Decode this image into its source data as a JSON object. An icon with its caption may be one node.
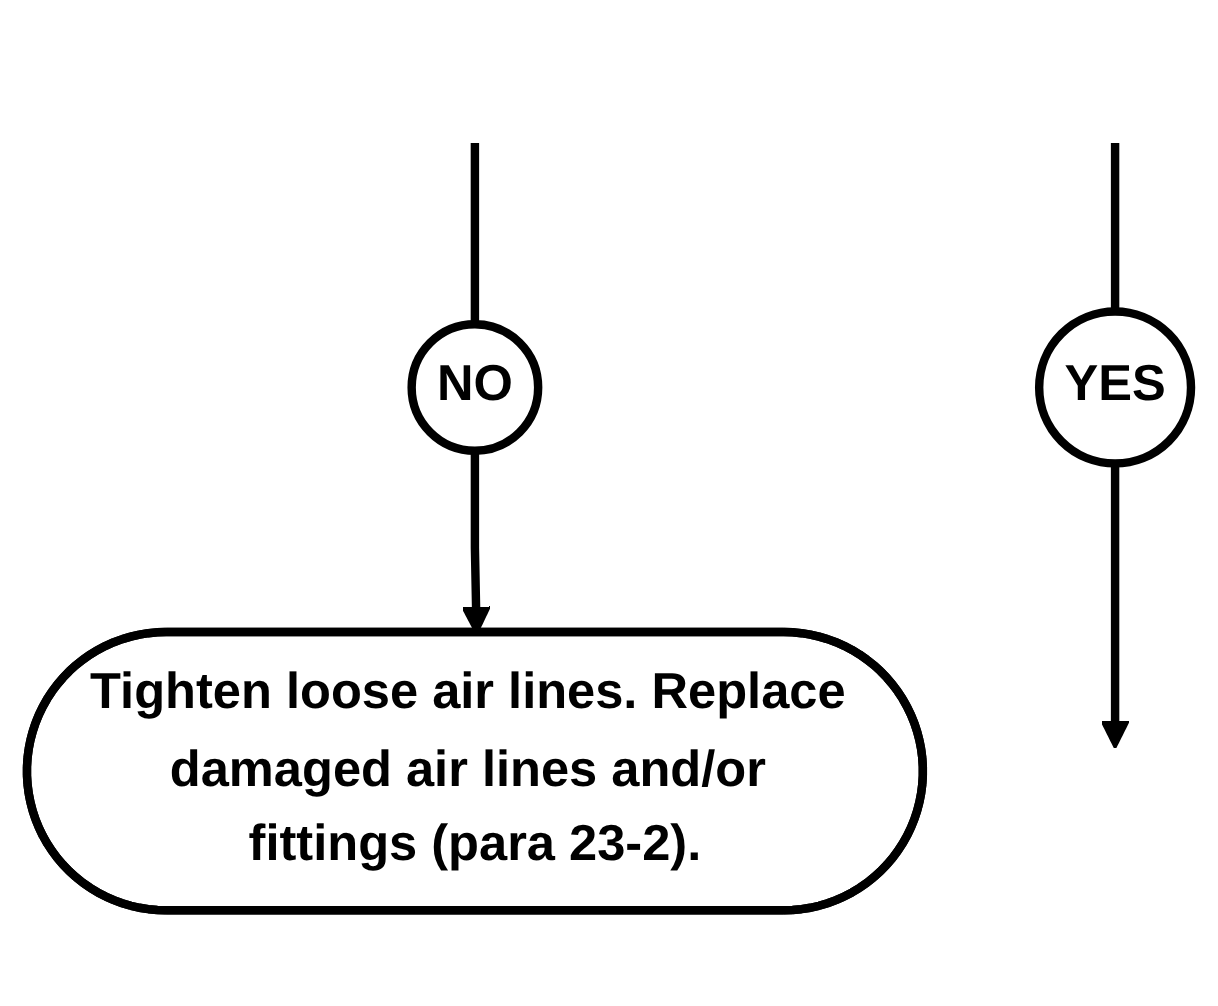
{
  "diagram": {
    "nodes": [
      {
        "text": [
          "NO"
        ]
      },
      {
        "text": [
          "Tighten loose air lines. Replace damaged air lines and/or fittings (para 23-2)."
        ]
      },
      {
        "text": [
          "YES"
        ]
      }
    ],
    "edges": [
      {
        "from": null,
        "to": 0,
        "arrow": "none"
      },
      {
        "from": 0,
        "to": 1,
        "arrow": "to"
      },
      {
        "from": null,
        "to": 2,
        "arrow": "none"
      },
      {
        "from": 2,
        "to": null,
        "arrow": "to"
      }
    ]
  }
}
